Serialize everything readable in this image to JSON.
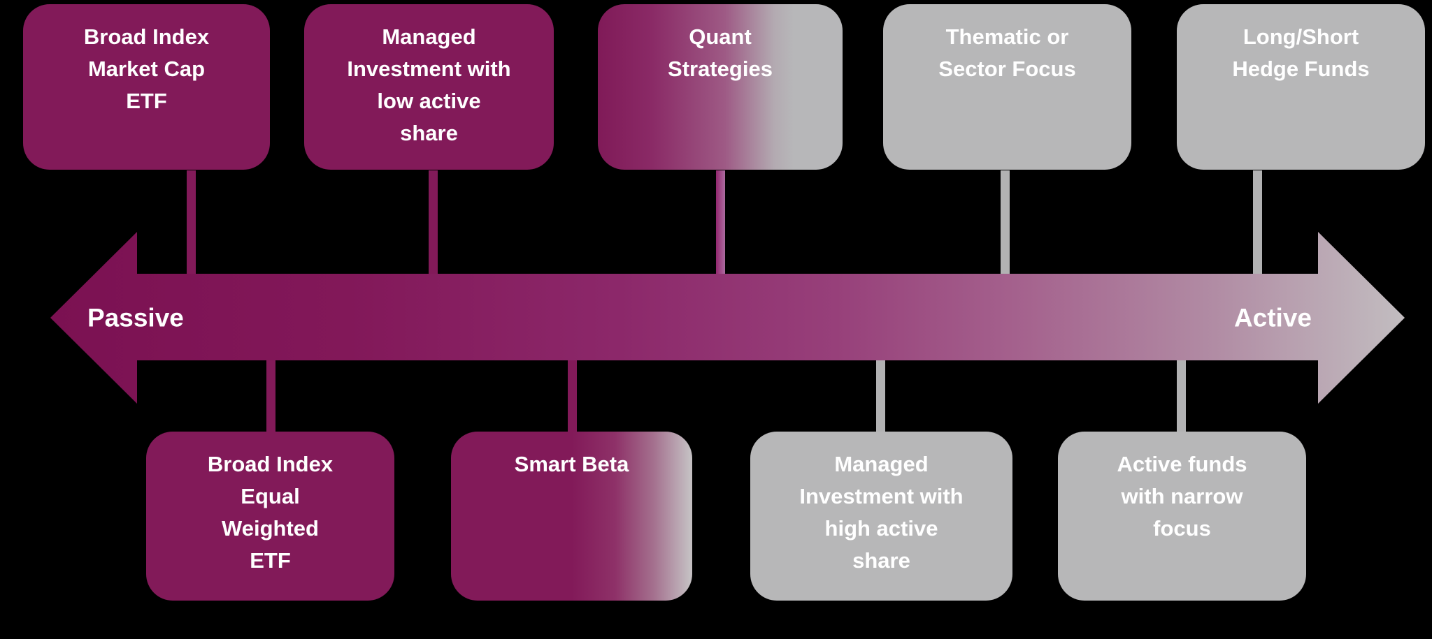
{
  "arrow": {
    "left_label": "Passive",
    "right_label": "Active"
  },
  "top_boxes": [
    {
      "label": "Broad Index\nMarket Cap\nETF",
      "style": "purple"
    },
    {
      "label": "Managed\nInvestment with\nlow active\nshare",
      "style": "purple"
    },
    {
      "label": "Quant\nStrategies",
      "style": "purple-to-gray-gradient"
    },
    {
      "label": "Thematic or\nSector Focus",
      "style": "gray"
    },
    {
      "label": "Long/Short\nHedge Funds",
      "style": "gray"
    }
  ],
  "bottom_boxes": [
    {
      "label": "Broad Index\nEqual\nWeighted\nETF",
      "style": "purple"
    },
    {
      "label": "Smart Beta",
      "style": "purple-to-gray-gradient"
    },
    {
      "label": "Managed\nInvestment with\nhigh active\nshare",
      "style": "gray"
    },
    {
      "label": "Active funds\nwith narrow\nfocus",
      "style": "gray"
    }
  ],
  "colors": {
    "background": "#000000",
    "purple": "#821A59",
    "gray_box": "#B7B7B8",
    "gray_connector": "#B2B2B3",
    "magenta_connector": "#9C3380",
    "arrow_gradient_start": "#7B1152",
    "arrow_gradient_end": "#C2BDC0",
    "text": "#FFFFFF"
  }
}
